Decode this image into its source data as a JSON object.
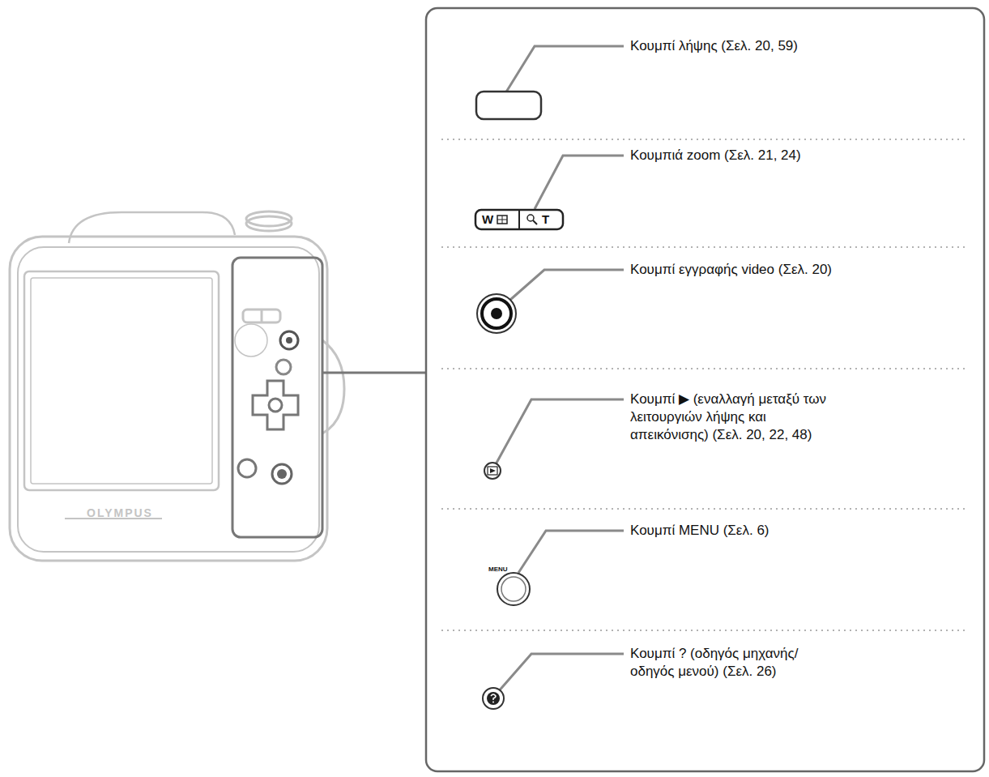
{
  "diagram": {
    "labels": [
      "Κουμπί λήψης (Σελ. 20, 59)",
      "Κουμπιά zoom (Σελ. 21, 24)",
      "Κουμπί εγγραφής video (Σελ. 20)",
      "Κουμπί ▶ (εναλλαγή μεταξύ των λειτουργιών λήψης και απεικόνισης) (Σελ. 20, 22, 48)",
      "Κουμπί MENU (Σελ. 6)",
      "Κουμπί ? (οδηγός μηχανής/ οδηγός μενού) (Σελ. 26)",
      "W",
      "T",
      "MENU",
      "OLYMPUS"
    ]
  }
}
